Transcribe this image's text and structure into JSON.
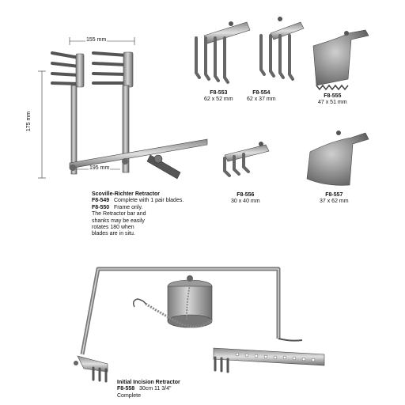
{
  "dimensions": {
    "width": "155 mm",
    "height": "175 mm",
    "length": "195 mm"
  },
  "products": [
    {
      "code": "F8-553",
      "size": "62 x 52 mm"
    },
    {
      "code": "F8-554",
      "size": "62 x 37 mm"
    },
    {
      "code": "F8-555",
      "size": "47 x 51 mm"
    },
    {
      "code": "F8-556",
      "size": "30 x 40 mm"
    },
    {
      "code": "F8-557",
      "size": "37 x 62 mm"
    }
  ],
  "scoville": {
    "title": "Scoville-Richter Retractor",
    "items": [
      {
        "code": "F8-549",
        "desc": "Complete with 1 pair blades."
      },
      {
        "code": "F8-550",
        "desc": "Frame only."
      }
    ],
    "note_lines": [
      "The Retractor bar and",
      "shanks may be easily",
      "rotates 180 when",
      "blades are in situ."
    ]
  },
  "initial": {
    "title": "Initial Incision Retractor",
    "code": "F8-558",
    "desc": "30cm 11 3/4\"",
    "note": "Complete"
  }
}
